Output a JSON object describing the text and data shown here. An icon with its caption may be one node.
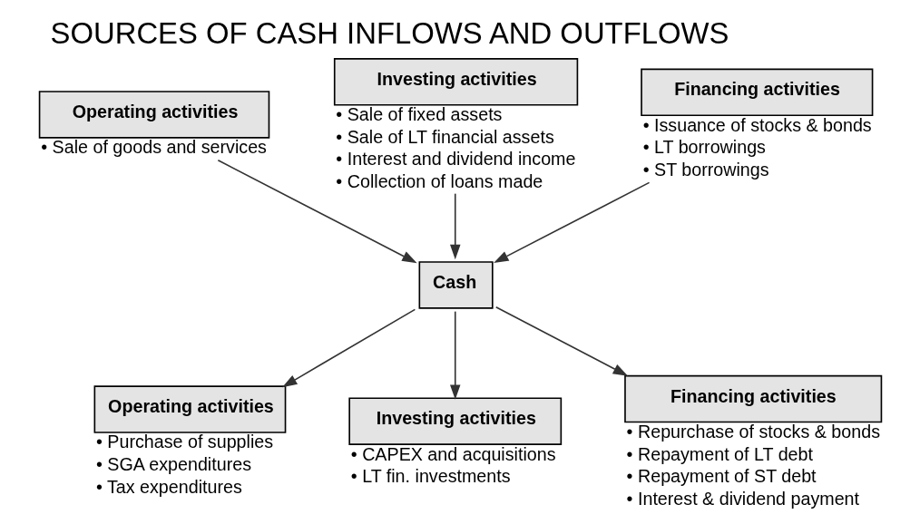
{
  "diagram": {
    "title": "SOURCES OF CASH INFLOWS AND OUTFLOWS",
    "nodes": [
      {
        "text": [
          "Operating activities"
        ],
        "beside": [
          "• Sale of goods and services"
        ]
      },
      {
        "text": [
          "Investing activities"
        ],
        "beside": [
          "• Sale of fixed assets",
          "• Sale of LT financial assets",
          "• Interest and dividend income",
          "• Collection of loans made"
        ]
      },
      {
        "text": [
          "Financing activities"
        ],
        "beside": [
          "• Issuance of stocks & bonds",
          "• LT borrowings",
          "• ST borrowings"
        ]
      },
      {
        "text": [
          "Cash"
        ]
      },
      {
        "text": [
          "Operating activities"
        ],
        "beside": [
          "• Purchase of supplies",
          "• SGA expenditures",
          "• Tax expenditures"
        ]
      },
      {
        "text": [
          "Investing activities"
        ],
        "beside": [
          "• CAPEX and acquisitions",
          "• LT fin. investments"
        ]
      },
      {
        "text": [
          "Financing activities"
        ],
        "beside": [
          "• Repurchase of stocks & bonds",
          "• Repayment of LT debt",
          "• Repayment of ST debt",
          "• Interest & dividend payment"
        ]
      }
    ],
    "edges": [
      {
        "from": 0,
        "to": 3,
        "arrow": "to"
      },
      {
        "from": 1,
        "to": 3,
        "arrow": "to"
      },
      {
        "from": 2,
        "to": 3,
        "arrow": "to"
      },
      {
        "from": 3,
        "to": 4,
        "arrow": "to"
      },
      {
        "from": 3,
        "to": 5,
        "arrow": "to"
      },
      {
        "from": 3,
        "to": 6,
        "arrow": "to"
      }
    ]
  }
}
